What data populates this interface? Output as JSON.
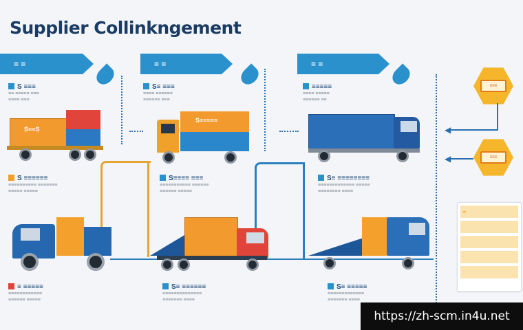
{
  "title": "Supplier Collinkngement",
  "banners": [
    "≡ ≡",
    "≡ ≡",
    "≡ ≡"
  ],
  "steps": [
    {
      "heading": "S ≡≡≡",
      "line1": "≡≡ ≡≡≡≡≡ ≡≡≡",
      "line2": "≡≡≡≡ ≡≡≡"
    },
    {
      "heading": "S≡ ≡≡≡",
      "line1": "≡≡≡≡ ≡≡≡≡≡≡",
      "line2": "≡≡≡≡≡≡ ≡≡≡"
    },
    {
      "heading": "≡≡≡≡≡",
      "line1": "≡≡≡≡ ≡≡≡≡≡",
      "line2": "≡≡≡≡≡≡ ≡≡"
    }
  ],
  "mid_sections": [
    {
      "heading": "S ≡≡≡≡≡≡",
      "line1": "≡≡≡≡≡≡≡≡≡≡ ≡≡≡≡≡≡≡",
      "line2": "≡≡≡≡≡ ≡≡≡≡≡"
    },
    {
      "heading": "S≡≡≡≡ ≡≡≡",
      "line1": "≡≡≡≡≡≡≡≡≡≡≡ ≡≡≡≡≡≡",
      "line2": "≡≡≡≡≡≡ ≡≡≡≡≡"
    },
    {
      "heading": "S≡ ≡≡≡≡≡≡≡≡",
      "line1": "≡≡≡≡≡≡≡≡≡≡≡≡≡ ≡≡≡≡≡",
      "line2": "≡≡≡≡≡≡≡≡ ≡≡≡≡"
    }
  ],
  "bottom_sections": [
    {
      "heading": "≡ ≡≡≡≡≡",
      "line1": "≡≡≡≡≡≡≡≡≡≡≡≡",
      "line2": "≡≡≡≡≡≡ ≡≡≡≡≡"
    },
    {
      "heading": "S≡ ≡≡≡≡≡≡",
      "line1": "≡≡≡≡≡≡≡≡≡≡≡≡≡≡",
      "line2": "≡≡≡≡≡≡≡ ≡≡≡≡"
    },
    {
      "heading": "S≡ ≡≡≡≡≡",
      "line1": "≡≡≡≡≡≡≡≡≡≡≡≡≡",
      "line2": "≡≡≡≡≡≡≡ ≡≡≡≡"
    }
  ],
  "truck_labels": [
    "S≡≡S",
    "S≡≡≡≡≡"
  ],
  "hex_labels": [
    "≡≡≡",
    "≡≡≡"
  ],
  "url": "https://zh-scm.in4u.net",
  "colors": {
    "accent_blue": "#2a91cd",
    "accent_orange": "#f5a623",
    "title_navy": "#1a3b63"
  }
}
